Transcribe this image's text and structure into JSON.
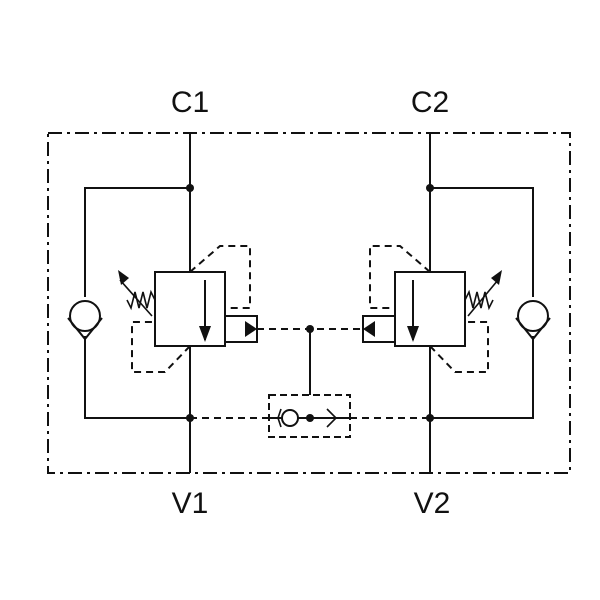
{
  "ports": {
    "c1": "C1",
    "c2": "C2",
    "v1": "V1",
    "v2": "V2"
  },
  "colors": {
    "line": "#111111",
    "background": "#ffffff"
  },
  "icons": {
    "left_check": "check-valve-icon",
    "right_check": "check-valve-icon",
    "shuttle": "shuttle-valve-icon",
    "left_spring": "adjustable-spring-icon",
    "right_spring": "adjustable-spring-icon"
  }
}
